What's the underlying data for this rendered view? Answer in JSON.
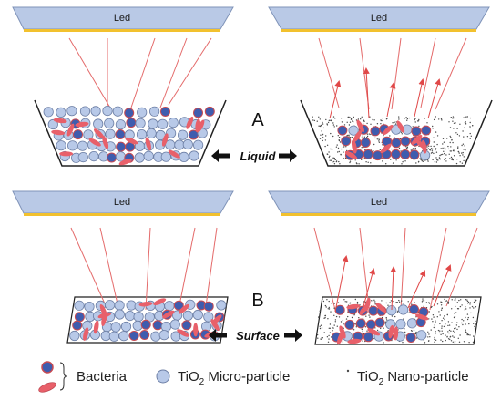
{
  "led_label": "Led",
  "panel_letters": {
    "a": "A",
    "b": "B"
  },
  "row_labels": {
    "liquid": "Liquid",
    "surface": "Surface"
  },
  "legend": {
    "bacteria": "Bacteria",
    "micro_prefix": "TiO",
    "micro_sub": "2",
    "micro_suffix": " Micro-particle",
    "nano_prefix": "TiO",
    "nano_sub": "2",
    "nano_suffix": " Nano-particle"
  },
  "colors": {
    "led_fill": "#b9c9e6",
    "led_stroke": "#7f93b8",
    "led_strip": "#f2c12e",
    "ray": "#e46a6a",
    "micro_fill": "#b8c9e8",
    "micro_stroke": "#6d7fa5",
    "bacteria_core": "#3f5cae",
    "bacteria_rod": "#e8606a",
    "nano_dot": "#4a4a4a"
  }
}
